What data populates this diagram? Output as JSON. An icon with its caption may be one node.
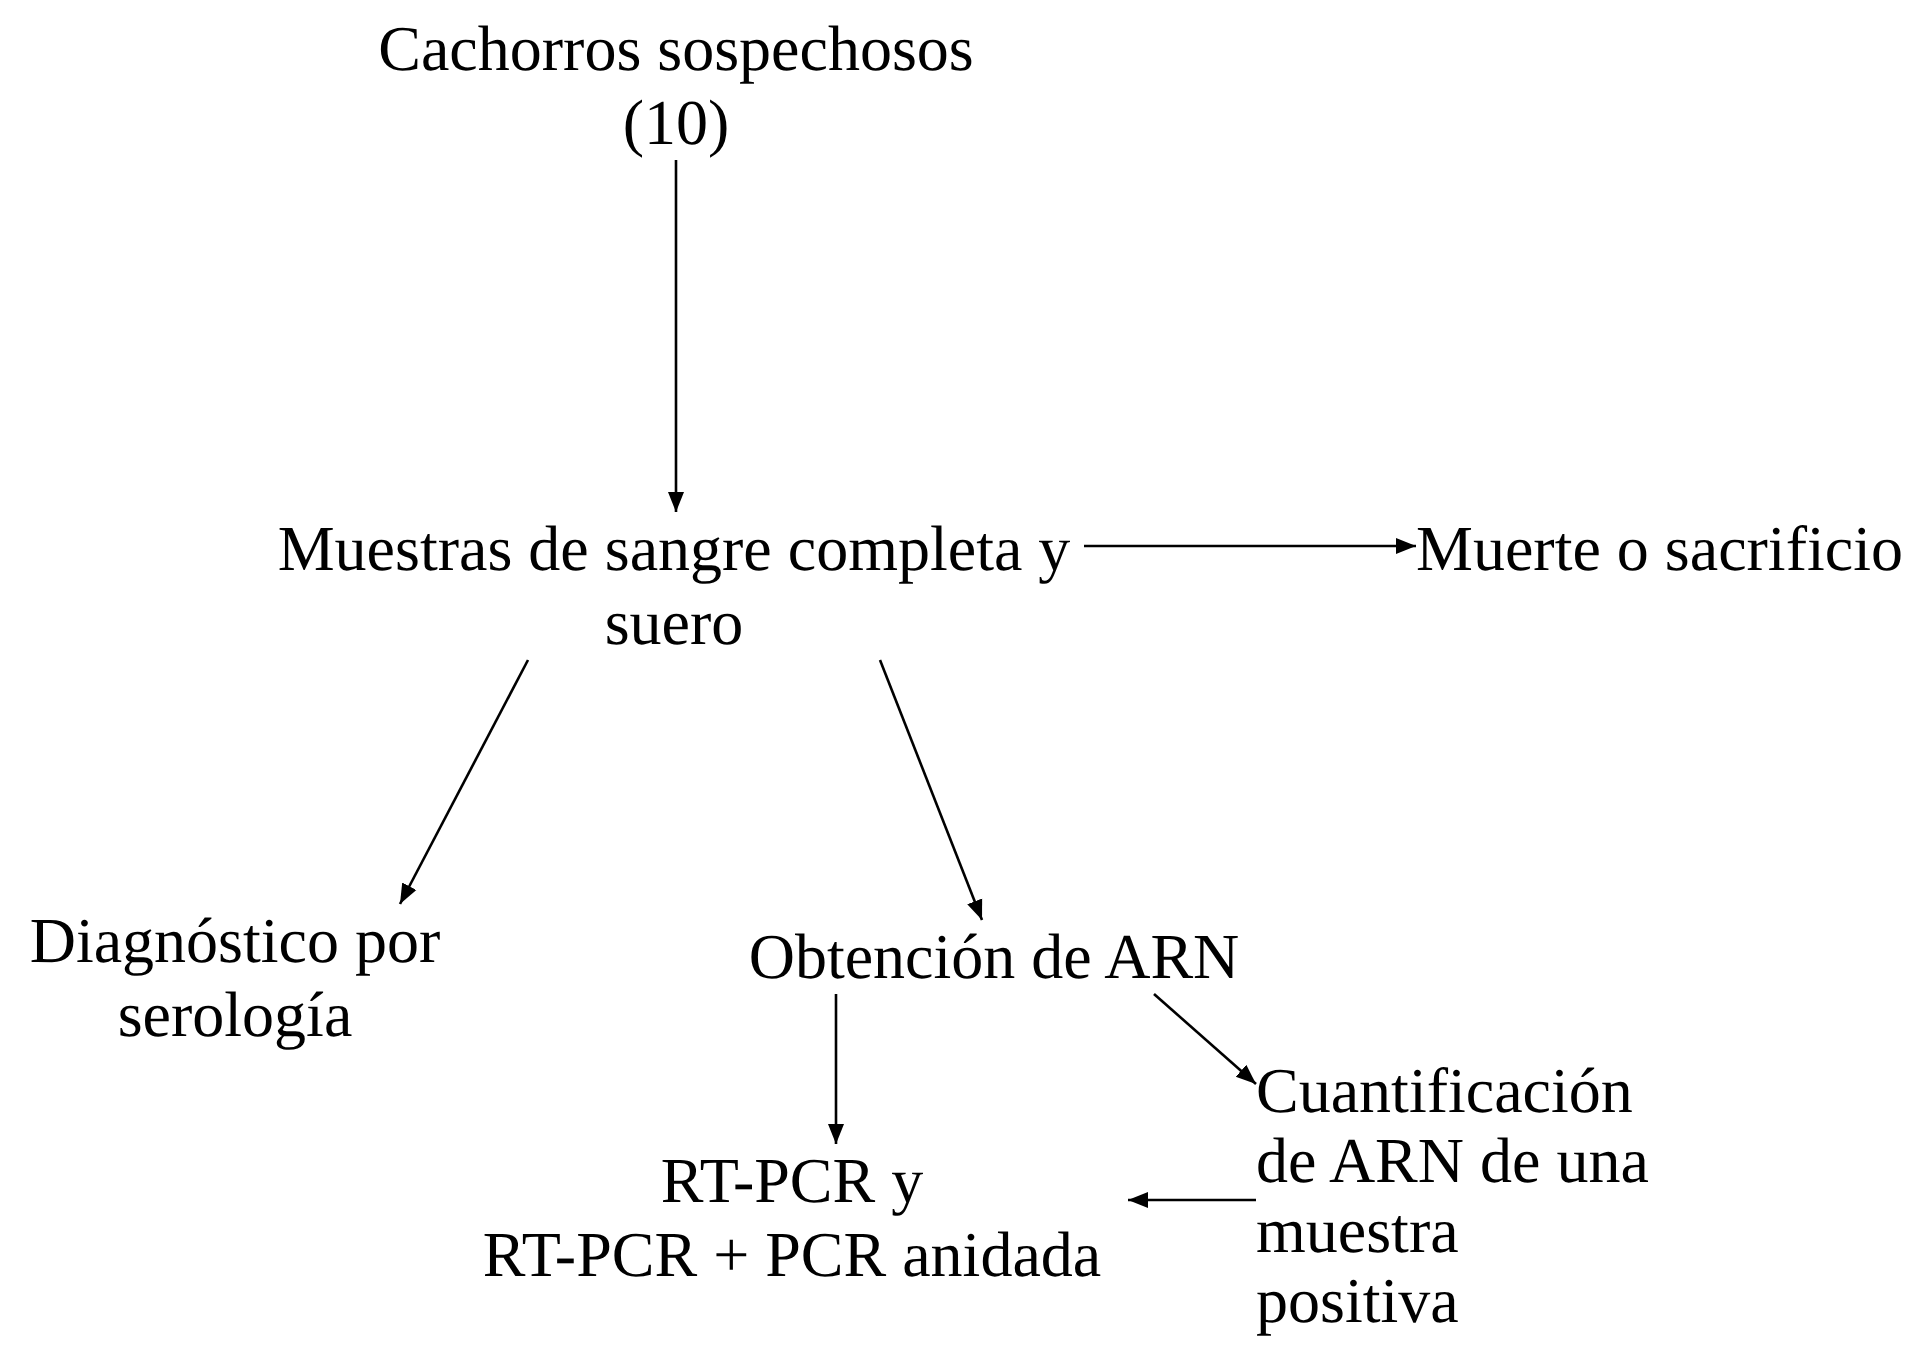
{
  "diagram": {
    "nodes": [
      {
        "text": [
          "Cachorros sospechosos (10)"
        ]
      },
      {
        "text": [
          "Muestras de sangre completa y suero"
        ]
      },
      {
        "text": [
          "Muerte o sacrificio"
        ]
      },
      {
        "text": [
          "Diagnóstico por serología"
        ]
      },
      {
        "text": [
          "Obtención de ARN"
        ]
      },
      {
        "text": [
          "RT-PCR y",
          "RT-PCR + PCR anidada"
        ]
      },
      {
        "text": [
          "Cuantificación de ARN de una muestra positiva"
        ]
      }
    ],
    "edges": [
      {
        "from": 0,
        "to": 1,
        "arrow": "to"
      },
      {
        "from": 1,
        "to": 2,
        "arrow": "to"
      },
      {
        "from": 1,
        "to": 3,
        "arrow": "to"
      },
      {
        "from": 1,
        "to": 4,
        "arrow": "to"
      },
      {
        "from": 4,
        "to": 5,
        "arrow": "to"
      },
      {
        "from": 4,
        "to": 6,
        "arrow": "to"
      },
      {
        "from": 6,
        "to": 5,
        "arrow": "to"
      }
    ]
  }
}
